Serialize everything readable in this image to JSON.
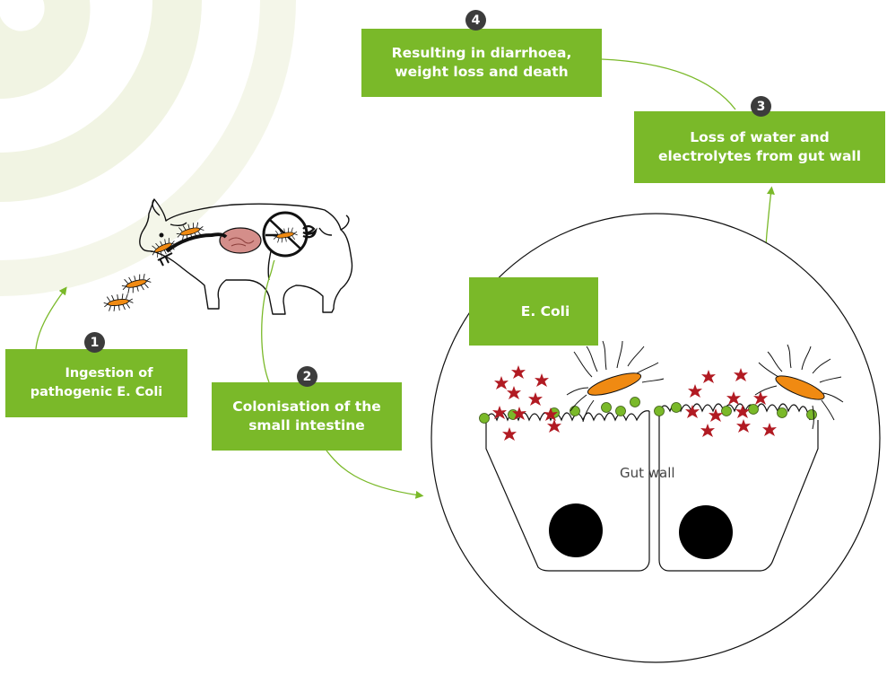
{
  "steps": [
    {
      "number": "1",
      "lines": [
        "Ingestion of",
        "pathogenic E. Coli"
      ]
    },
    {
      "number": "2",
      "lines": [
        "Colonisation of the",
        "small intestine"
      ]
    },
    {
      "number": "3",
      "lines": [
        "Loss of water and",
        "electrolytes from gut wall"
      ]
    },
    {
      "number": "4",
      "lines": [
        "Resulting in diarrhoea,",
        "weight loss and death"
      ]
    }
  ],
  "legend": {
    "label": "E. Coli"
  },
  "gut_wall_label": "Gut wall",
  "colors": {
    "box_green": "#7ab929",
    "arrow_green": "#7ab929",
    "badge": "#3c3c3c",
    "background_circle": "#f1f4e3",
    "bacterium": "#f08a12",
    "toxin": "#b11a22",
    "cell_dot": "#7ab929"
  }
}
